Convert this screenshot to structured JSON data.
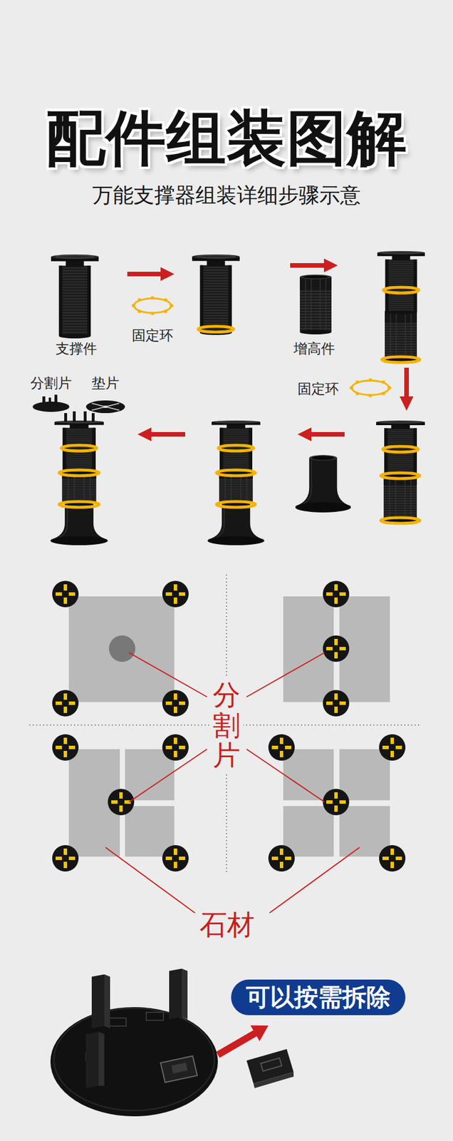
{
  "diagram": {
    "title": "配件组装图解",
    "nodes": [
      {
        "text": [
          "可以按需拆除"
        ]
      }
    ],
    "labels": [
      "万能支撑器组装详细步骤示意",
      "支撑件",
      "固定环",
      "增高件",
      "固定环",
      "分割片",
      "垫片",
      "分割片",
      "石材"
    ]
  }
}
